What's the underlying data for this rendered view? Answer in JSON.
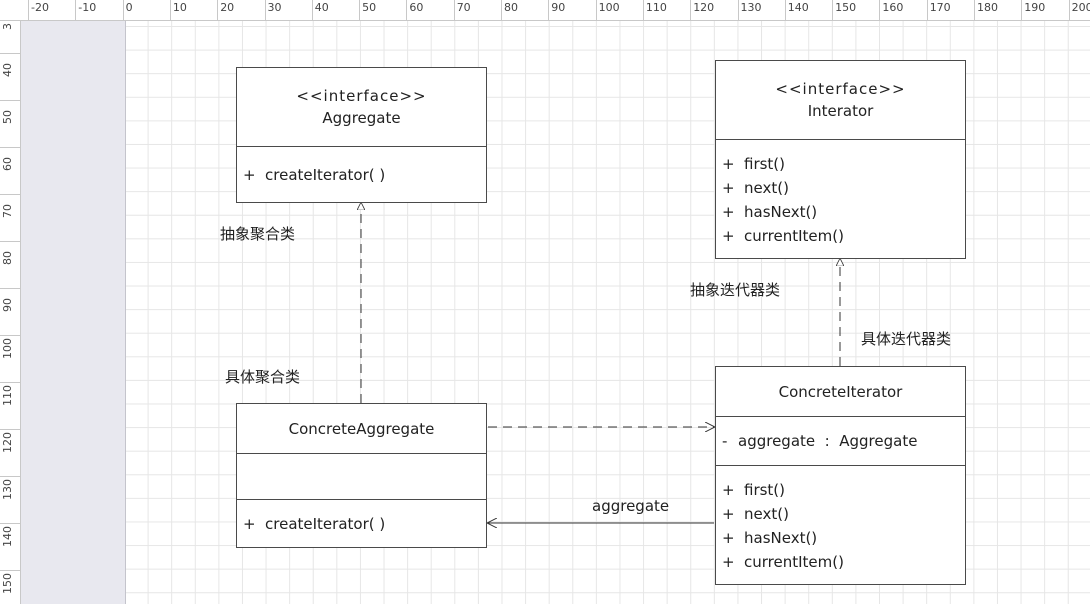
{
  "rulers": {
    "top": [
      "-20",
      "-10",
      "0",
      "10",
      "20",
      "30",
      "40",
      "50",
      "60",
      "70",
      "80",
      "90",
      "100",
      "110",
      "120",
      "130",
      "140",
      "150",
      "160",
      "170",
      "180",
      "190",
      "200"
    ],
    "left": [
      "3",
      "40",
      "50",
      "60",
      "70",
      "80",
      "90",
      "100",
      "110",
      "120",
      "130",
      "140",
      "150"
    ]
  },
  "classes": {
    "aggregate": {
      "stereotype": "<<interface>>",
      "name": "Aggregate",
      "operations": [
        {
          "vis": "+",
          "text": "createIterator( )"
        }
      ]
    },
    "iterator": {
      "stereotype": "<<interface>>",
      "name": "Interator",
      "operations": [
        {
          "vis": "+",
          "text": "first()"
        },
        {
          "vis": "+",
          "text": "next()"
        },
        {
          "vis": "+",
          "text": "hasNext()"
        },
        {
          "vis": "+",
          "text": "currentItem()"
        }
      ]
    },
    "concrete_aggregate": {
      "name": "ConcreteAggregate",
      "operations": [
        {
          "vis": "+",
          "text": "createIterator( )"
        }
      ]
    },
    "concrete_iterator": {
      "name": "ConcreteIterator",
      "attributes": [
        {
          "vis": "-",
          "text": "aggregate  :  Aggregate"
        }
      ],
      "operations": [
        {
          "vis": "+",
          "text": "first()"
        },
        {
          "vis": "+",
          "text": "next()"
        },
        {
          "vis": "+",
          "text": "hasNext()"
        },
        {
          "vis": "+",
          "text": "currentItem()"
        }
      ]
    }
  },
  "annotations": {
    "abstract_aggregate": "抽象聚合类",
    "concrete_aggregate": "具体聚合类",
    "abstract_iterator": "抽象迭代器类",
    "concrete_iterator": "具体迭代器类",
    "association_label": "aggregate"
  },
  "colors": {
    "line": "#333333",
    "grid": "#e6e6e6",
    "outside": "#e8e8ef"
  }
}
